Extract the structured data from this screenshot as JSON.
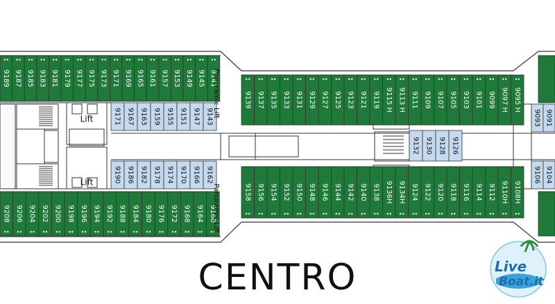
{
  "colors": {
    "outside": "#1f7a3a",
    "inside": "#c5daef",
    "outline": "#333333",
    "text_on_green": "#ffffff",
    "text_on_blue": "#111111"
  },
  "rows": {
    "r1": [
      "9189",
      "9187",
      "9185",
      "9183",
      "9181",
      "9179",
      "9177",
      "9175",
      "9173",
      "9171",
      "9169",
      "9165",
      "9161",
      "9157",
      "9153",
      "9149",
      "9145",
      "9141"
    ],
    "r2": [
      "9171",
      "9167",
      "9163",
      "9159",
      "9155",
      "9151",
      "9147",
      "9143"
    ],
    "r3": [
      "9190",
      "9186",
      "9182",
      "9178",
      "9174",
      "9170",
      "9166",
      "9162"
    ],
    "r4": [
      "9208",
      "9206",
      "9204",
      "9202",
      "9200",
      "9198",
      "9196",
      "9194",
      "9192",
      "9188",
      "9184",
      "9180",
      "9176",
      "9172",
      "9168",
      "9164",
      "9160"
    ],
    "r5": [
      "9139",
      "9137",
      "9135",
      "9133",
      "9131",
      "9129",
      "9127",
      "9125",
      "9123",
      "9121",
      "9119",
      "9115 H",
      "9113 H",
      "9111",
      "9109",
      "9107",
      "9105",
      "9103",
      "9101",
      "9099",
      "9097 H",
      "9095 H"
    ],
    "r6": [
      "9132",
      "9130",
      "9128",
      "9126"
    ],
    "r7": [
      "9158",
      "9156",
      "9154",
      "9152",
      "9150",
      "9148",
      "9146",
      "9144",
      "9142",
      "9140",
      "9138",
      "9136H",
      "9134H",
      "9124",
      "9122",
      "9120",
      "9118",
      "9116",
      "9114",
      "9112",
      "9110H",
      "9108H"
    ],
    "r8": [
      "9093",
      "9091"
    ],
    "r9": [
      "9106",
      "9104"
    ]
  },
  "labels": {
    "lift": "Lift",
    "panoramic_lift": "Panoramic Lift",
    "centro": "CENTRO",
    "logo_live": "Live",
    "logo_boat": "Boat.it"
  },
  "icons": {
    "lift": "lift-icon",
    "elevator_arrow": "elevator-arrow-icon",
    "wheelchair": "wheelchair-icon",
    "logo": "liveboat-logo"
  }
}
